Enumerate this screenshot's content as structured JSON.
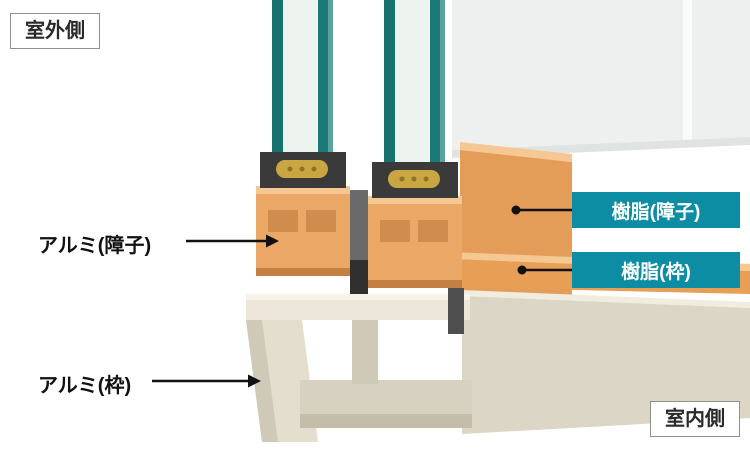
{
  "diagram": {
    "outdoor_side_label": "室外側",
    "indoor_side_label": "室内側",
    "callout_aluminum_sash": "アルミ(障子)",
    "callout_aluminum_frame": "アルミ(枠)",
    "callout_resin_sash": "樹脂(障子)",
    "callout_resin_frame": "樹脂(枠)"
  },
  "colors": {
    "callout_badge_teal": "#0d8da3",
    "badge_text_white": "#ffffff",
    "side_box_border_gray": "#8f8f8f",
    "text_dark": "#111111",
    "leader_line_black": "#111111",
    "glass_edge_teal": "#17716f",
    "resin_orange": "#eaa766",
    "aluminum_beige": "#dbd6c5",
    "spacer_gold": "#c9a642"
  }
}
